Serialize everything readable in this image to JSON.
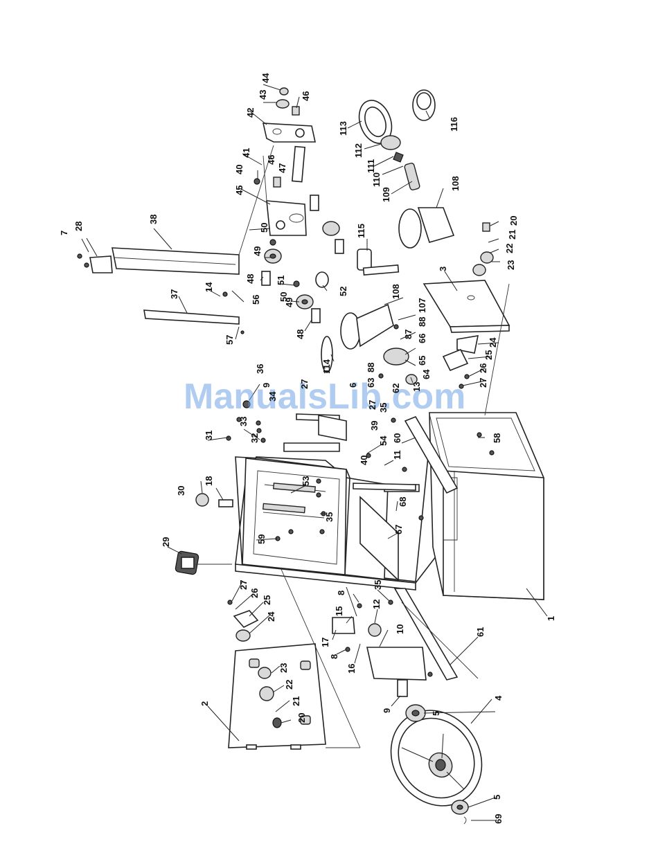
{
  "watermark": "ManualsLib.com",
  "labels": [
    {
      "id": "1",
      "text": "1"
    },
    {
      "id": "2",
      "text": "2"
    },
    {
      "id": "3",
      "text": "3"
    },
    {
      "id": "4",
      "text": "4"
    },
    {
      "id": "5a",
      "text": "5"
    },
    {
      "id": "5b",
      "text": "5"
    },
    {
      "id": "6",
      "text": "6"
    },
    {
      "id": "7",
      "text": "7"
    },
    {
      "id": "8a",
      "text": "8"
    },
    {
      "id": "8b",
      "text": "8"
    },
    {
      "id": "9a",
      "text": "9"
    },
    {
      "id": "9b",
      "text": "9"
    },
    {
      "id": "10",
      "text": "10"
    },
    {
      "id": "11",
      "text": "11"
    },
    {
      "id": "12",
      "text": "12"
    },
    {
      "id": "13",
      "text": "13"
    },
    {
      "id": "14",
      "text": "14"
    },
    {
      "id": "15",
      "text": "15"
    },
    {
      "id": "16",
      "text": "16"
    },
    {
      "id": "17",
      "text": "17"
    },
    {
      "id": "18",
      "text": "18"
    },
    {
      "id": "20a",
      "text": "20"
    },
    {
      "id": "20b",
      "text": "20"
    },
    {
      "id": "21a",
      "text": "21"
    },
    {
      "id": "21b",
      "text": "21"
    },
    {
      "id": "22a",
      "text": "22"
    },
    {
      "id": "22b",
      "text": "22"
    },
    {
      "id": "23a",
      "text": "23"
    },
    {
      "id": "23b",
      "text": "23"
    },
    {
      "id": "24a",
      "text": "24"
    },
    {
      "id": "24b",
      "text": "24"
    },
    {
      "id": "25a",
      "text": "25"
    },
    {
      "id": "25b",
      "text": "25"
    },
    {
      "id": "26a",
      "text": "26"
    },
    {
      "id": "26b",
      "text": "26"
    },
    {
      "id": "27a",
      "text": "27"
    },
    {
      "id": "27b",
      "text": "27"
    },
    {
      "id": "27c",
      "text": "27"
    },
    {
      "id": "27d",
      "text": "27"
    },
    {
      "id": "28",
      "text": "28"
    },
    {
      "id": "29",
      "text": "29"
    },
    {
      "id": "30",
      "text": "30"
    },
    {
      "id": "31",
      "text": "31"
    },
    {
      "id": "32",
      "text": "32"
    },
    {
      "id": "33",
      "text": "33"
    },
    {
      "id": "34",
      "text": "34"
    },
    {
      "id": "35a",
      "text": "35"
    },
    {
      "id": "35b",
      "text": "35"
    },
    {
      "id": "35c",
      "text": "35"
    },
    {
      "id": "36",
      "text": "36"
    },
    {
      "id": "37",
      "text": "37"
    },
    {
      "id": "38",
      "text": "38"
    },
    {
      "id": "39",
      "text": "39"
    },
    {
      "id": "40a",
      "text": "40"
    },
    {
      "id": "40b",
      "text": "40"
    },
    {
      "id": "41",
      "text": "41"
    },
    {
      "id": "42",
      "text": "42"
    },
    {
      "id": "43",
      "text": "43"
    },
    {
      "id": "44",
      "text": "44"
    },
    {
      "id": "45",
      "text": "45"
    },
    {
      "id": "46a",
      "text": "46"
    },
    {
      "id": "46b",
      "text": "46"
    },
    {
      "id": "47",
      "text": "47"
    },
    {
      "id": "48a",
      "text": "48"
    },
    {
      "id": "48b",
      "text": "48"
    },
    {
      "id": "49a",
      "text": "49"
    },
    {
      "id": "49b",
      "text": "49"
    },
    {
      "id": "50a",
      "text": "50"
    },
    {
      "id": "50b",
      "text": "50"
    },
    {
      "id": "51",
      "text": "51"
    },
    {
      "id": "52",
      "text": "52"
    },
    {
      "id": "53",
      "text": "53"
    },
    {
      "id": "54",
      "text": "54"
    },
    {
      "id": "56",
      "text": "56"
    },
    {
      "id": "57",
      "text": "57"
    },
    {
      "id": "58",
      "text": "58"
    },
    {
      "id": "59",
      "text": "59"
    },
    {
      "id": "60",
      "text": "60"
    },
    {
      "id": "61",
      "text": "61"
    },
    {
      "id": "62",
      "text": "62"
    },
    {
      "id": "63",
      "text": "63"
    },
    {
      "id": "64",
      "text": "64"
    },
    {
      "id": "65",
      "text": "65"
    },
    {
      "id": "66",
      "text": "66"
    },
    {
      "id": "67",
      "text": "67"
    },
    {
      "id": "68",
      "text": "68"
    },
    {
      "id": "69",
      "text": "69"
    },
    {
      "id": "87",
      "text": "87"
    },
    {
      "id": "88a",
      "text": "88"
    },
    {
      "id": "88b",
      "text": "88"
    },
    {
      "id": "107",
      "text": "107"
    },
    {
      "id": "108a",
      "text": "108"
    },
    {
      "id": "108b",
      "text": "108"
    },
    {
      "id": "109",
      "text": "109"
    },
    {
      "id": "110",
      "text": "110"
    },
    {
      "id": "111",
      "text": "111"
    },
    {
      "id": "112",
      "text": "112"
    },
    {
      "id": "113",
      "text": "113"
    },
    {
      "id": "114",
      "text": "114"
    },
    {
      "id": "115",
      "text": "115"
    },
    {
      "id": "116",
      "text": "116"
    }
  ]
}
